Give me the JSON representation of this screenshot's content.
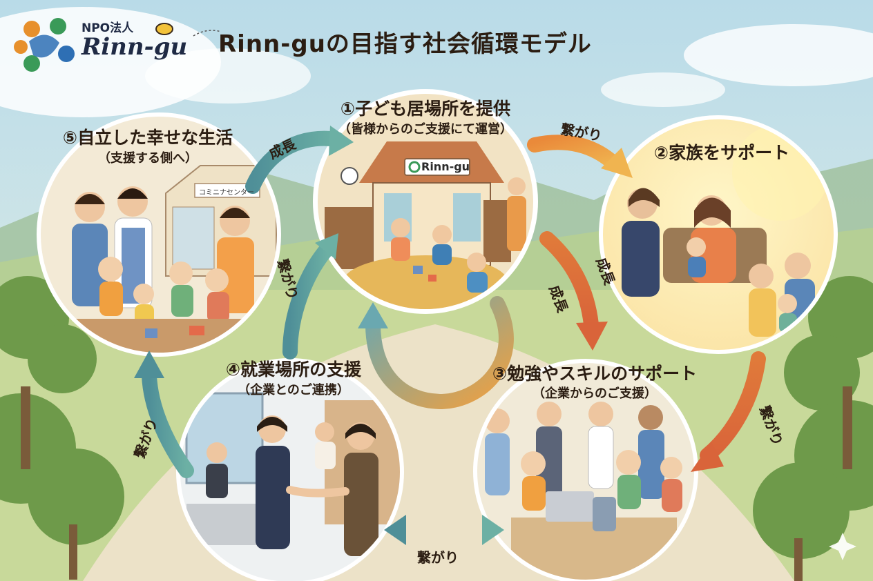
{
  "logo": {
    "npo": "NPO法人",
    "name": "Rinn-gu"
  },
  "title": "Rinn-guの目指す社会循環モデル",
  "stages": [
    {
      "title": "①子ども居場所を提供",
      "subtitle": "（皆様からのご支援にて運営）",
      "sign": "Rinn-gu"
    },
    {
      "title": "②家族をサポート",
      "subtitle": ""
    },
    {
      "title": "③勉強やスキルのサポート",
      "subtitle": "（企業からのご支援）"
    },
    {
      "title": "④就業場所の支援",
      "subtitle": "（企業とのご連携）"
    },
    {
      "title": "⑤自立した幸せな生活",
      "subtitle": "（支援する側へ）",
      "sign": "コミニナセンター"
    }
  ],
  "arrows": {
    "s5_to_s1": "成長",
    "s1_to_s2": "繋がり",
    "s1_to_s3": "成長",
    "s3_to_s1": "成長",
    "s2_to_s3": "繋がり",
    "s3_s4": "繋がり",
    "s4_to_s1": "繋がり",
    "s4_to_s5": "繋がり"
  },
  "colors": {
    "sky": "#cfe6ee",
    "path": "#ece2c8",
    "arrow_teal": "#4f8f98",
    "arrow_orange": "#e58a3c",
    "circle_border": "#ffffff"
  }
}
